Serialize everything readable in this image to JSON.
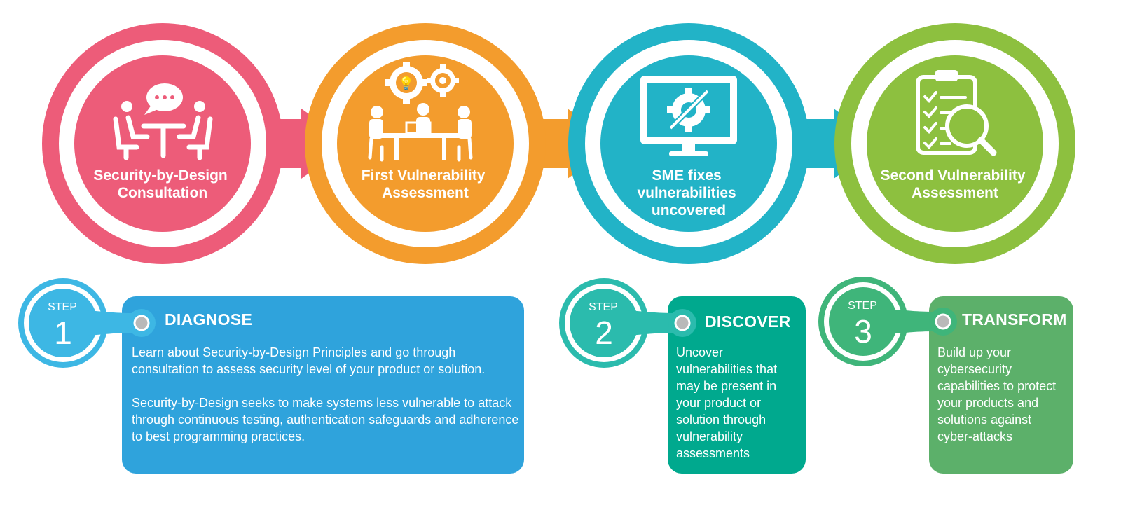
{
  "colors": {
    "pink": "#ED5C79",
    "orange": "#F39C2D",
    "teal": "#22B3C7",
    "green": "#8DC03F",
    "blue_card": "#2FA3DC",
    "teal_card": "#00A98E",
    "green_card": "#5CB06A",
    "blue_badge": "#3DB7E4",
    "teal_badge": "#2BBBAD",
    "green_badge": "#3FB57A"
  },
  "process": [
    {
      "label_lines": [
        "Security-by-Design",
        "Consultation"
      ],
      "icon": "meeting-chat-icon"
    },
    {
      "label_lines": [
        "First Vulnerability",
        "Assessment"
      ],
      "icon": "team-gears-icon"
    },
    {
      "label_lines": [
        "SME fixes",
        "vulnerabilities",
        "uncovered"
      ],
      "icon": "monitor-gear-icon"
    },
    {
      "label_lines": [
        "Second Vulnerability",
        "Assessment"
      ],
      "icon": "clipboard-search-icon"
    }
  ],
  "steps": [
    {
      "step_word": "STEP",
      "number": "1",
      "title": "DIAGNOSE",
      "paragraphs": [
        "Learn about Security-by-Design Principles and go through consultation to assess security level of your product or solution.",
        "Security-by-Design seeks to make systems less vulnerable to attack through continuous testing, authentication safeguards and adherence to best programming practices."
      ]
    },
    {
      "step_word": "STEP",
      "number": "2",
      "title": "DISCOVER",
      "paragraphs": [
        "Uncover vulnerabilities that may be present in your product or solution through vulnerability assessments"
      ]
    },
    {
      "step_word": "STEP",
      "number": "3",
      "title": "TRANSFORM",
      "paragraphs": [
        "Build up your cybersecurity capabilities to protect your products and solutions against cyber-attacks"
      ]
    }
  ]
}
